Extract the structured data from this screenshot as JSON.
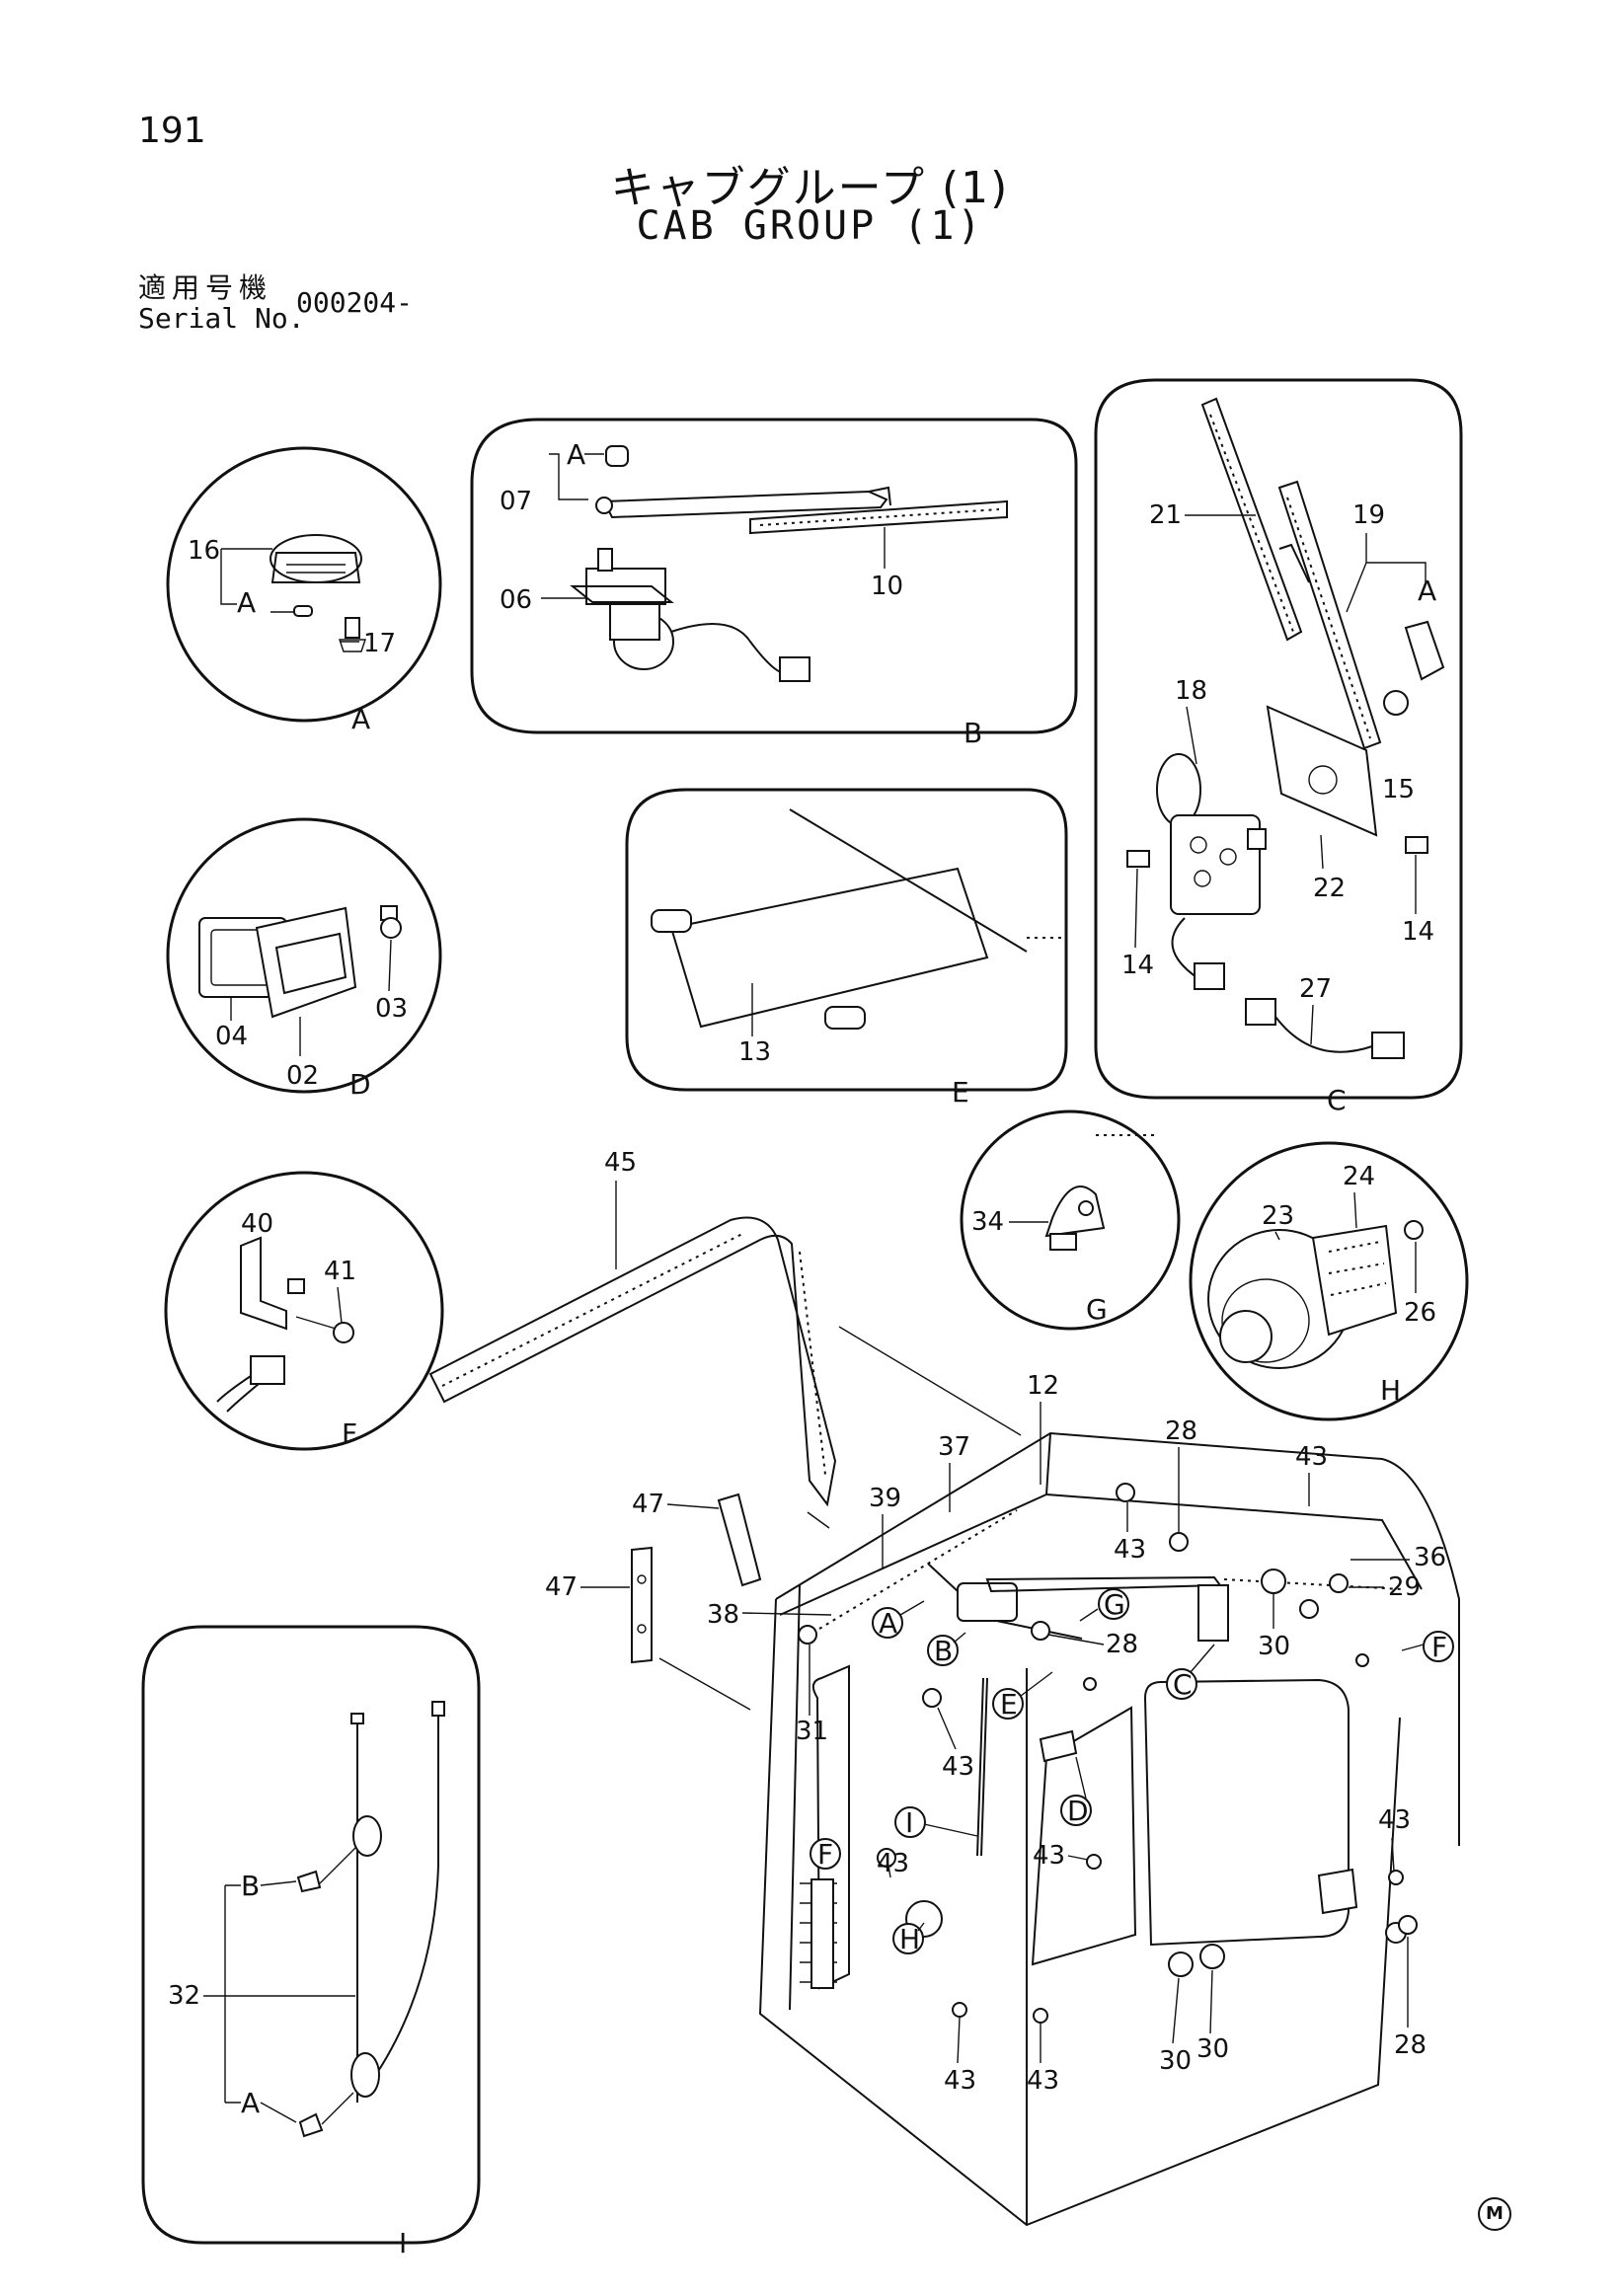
{
  "page": {
    "number": "191",
    "corner_mark": "M"
  },
  "title": {
    "jp": "キャブグループ (1)",
    "en": "CAB GROUP (1)"
  },
  "serial": {
    "label_jp": "適用号機",
    "label_en": "Serial No.",
    "value": "000204-"
  },
  "detail_views": [
    {
      "id": "A",
      "parts": [
        "16",
        "17"
      ],
      "sub_refs": [
        "A"
      ]
    },
    {
      "id": "B",
      "parts": [
        "06",
        "07",
        "10"
      ],
      "sub_refs": [
        "A"
      ]
    },
    {
      "id": "C",
      "parts": [
        "14",
        "15",
        "18",
        "19",
        "21",
        "22",
        "27"
      ],
      "sub_refs": [
        "A"
      ]
    },
    {
      "id": "D",
      "parts": [
        "02",
        "03",
        "04"
      ]
    },
    {
      "id": "E",
      "parts": [
        "13"
      ]
    },
    {
      "id": "F",
      "parts": [
        "40",
        "41"
      ]
    },
    {
      "id": "G",
      "parts": [
        "34"
      ]
    },
    {
      "id": "H",
      "parts": [
        "23",
        "24",
        "26"
      ]
    },
    {
      "id": "I",
      "parts": [
        "32"
      ],
      "sub_refs": [
        "A",
        "B"
      ]
    }
  ],
  "main_assembly_parts": [
    "12",
    "28",
    "29",
    "30",
    "31",
    "36",
    "37",
    "38",
    "39",
    "43",
    "45",
    "47"
  ],
  "circled_refs": [
    "A",
    "B",
    "C",
    "D",
    "E",
    "F",
    "G",
    "H",
    "I"
  ]
}
